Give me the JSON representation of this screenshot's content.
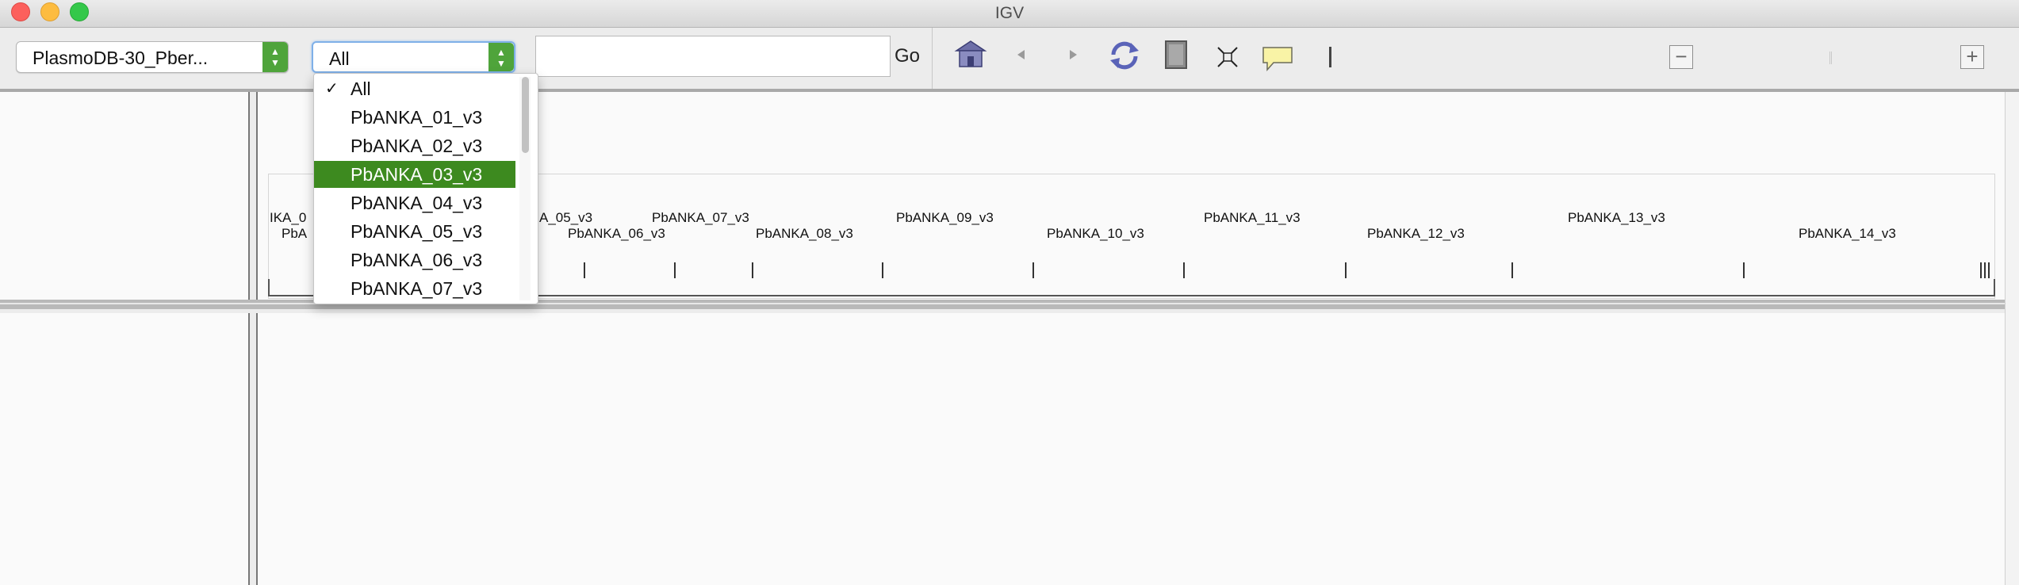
{
  "window": {
    "title": "IGV"
  },
  "toolbar": {
    "genome": "PlasmoDB-30_Pber...",
    "chromosome": "All",
    "locus_value": "",
    "go_label": "Go",
    "icons": [
      "home-icon",
      "back-icon",
      "forward-icon",
      "refresh-icon",
      "roi-icon",
      "fit-icon",
      "popup-icon",
      "ruler-icon",
      "zoom-out-icon",
      "zoom-in-icon"
    ],
    "zoom_minus": "−",
    "zoom_plus": "+"
  },
  "chromosome_dropdown": {
    "checkmark": "✓",
    "items": [
      "All",
      "PbANKA_01_v3",
      "PbANKA_02_v3",
      "PbANKA_03_v3",
      "PbANKA_04_v3",
      "PbANKA_05_v3",
      "PbANKA_06_v3",
      "PbANKA_07_v3"
    ],
    "checked": "All",
    "highlighted": "PbANKA_03_v3"
  },
  "ideogram": {
    "labels": [
      {
        "text": "IKA_0"
      },
      {
        "text": "PbA"
      },
      {
        "text": "A_05_v3"
      },
      {
        "text": "PbANKA_07_v3"
      },
      {
        "text": "PbANKA_06_v3"
      },
      {
        "text": "PbANKA_08_v3"
      },
      {
        "text": "PbANKA_09_v3"
      },
      {
        "text": "PbANKA_10_v3"
      },
      {
        "text": "PbANKA_11_v3"
      },
      {
        "text": "PbANKA_12_v3"
      },
      {
        "text": "PbANKA_13_v3"
      },
      {
        "text": "PbANKA_14_v3"
      }
    ]
  },
  "colors": {
    "accent_green": "#4fa43b",
    "selection_green": "#3d8a1f",
    "focus_blue": "#7fb0e8"
  }
}
